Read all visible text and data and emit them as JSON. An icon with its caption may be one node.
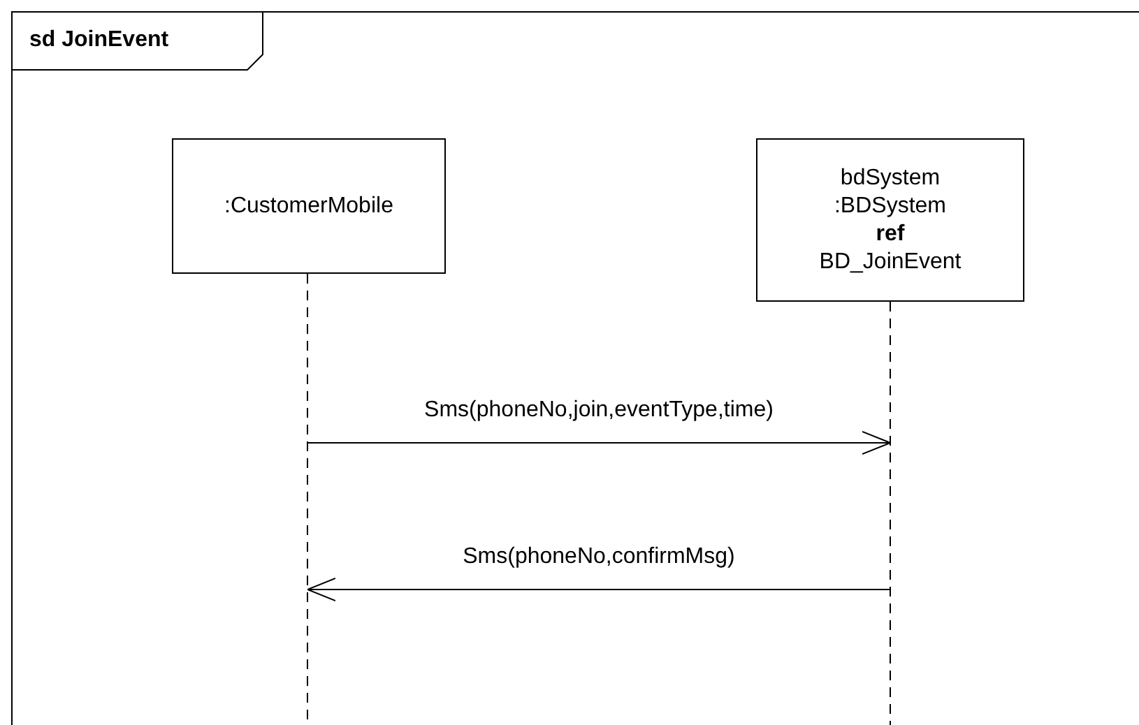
{
  "diagram": {
    "nodes": [
      {
        "text": [
          "sd JoinEvent"
        ]
      },
      {
        "text": [
          ":CustomerMobile"
        ],
        "in": 0
      },
      {
        "text": [
          "bdSystem :BDSystem",
          "ref",
          "BD_JoinEvent"
        ],
        "in": 0
      }
    ],
    "edges": [
      {
        "from": 1,
        "to": 2,
        "arrow": "to",
        "label": "Sms(phoneNo,join,eventType,time)"
      },
      {
        "from": 2,
        "to": 1,
        "arrow": "to",
        "label": "Sms(phoneNo,confirmMsg)"
      }
    ]
  }
}
